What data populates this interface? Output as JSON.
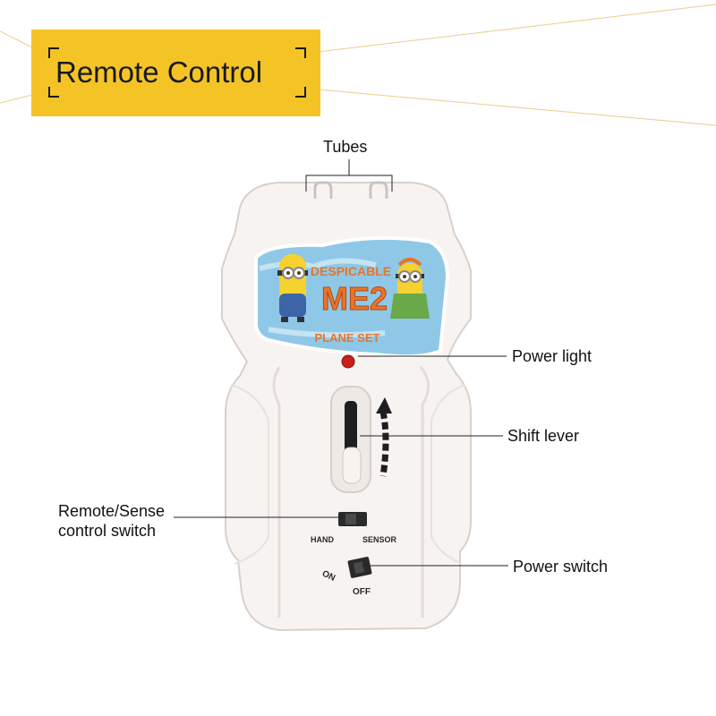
{
  "title": "Remote Control",
  "callouts": {
    "tubes": "Tubes",
    "power_light": "Power light",
    "shift_lever": "Shift lever",
    "remote_sense_line1": "Remote/Sense",
    "remote_sense_line2": "control switch",
    "power_switch": "Power switch"
  },
  "device": {
    "sticker_brand_line1": "DESPICABLE",
    "sticker_brand_line2": "ME2",
    "sticker_subtitle": "PLANE SET",
    "switch_left_label": "HAND",
    "switch_right_label": "SENSOR",
    "power_on_label": "ON",
    "power_off_label": "OFF"
  },
  "colors": {
    "title_background": "#f4c427",
    "body_white": "#f7f3f1",
    "indicator_red": "#c8201c",
    "sticker_sky": "#8fc8e6",
    "sticker_brand_orange": "#e8742a"
  }
}
